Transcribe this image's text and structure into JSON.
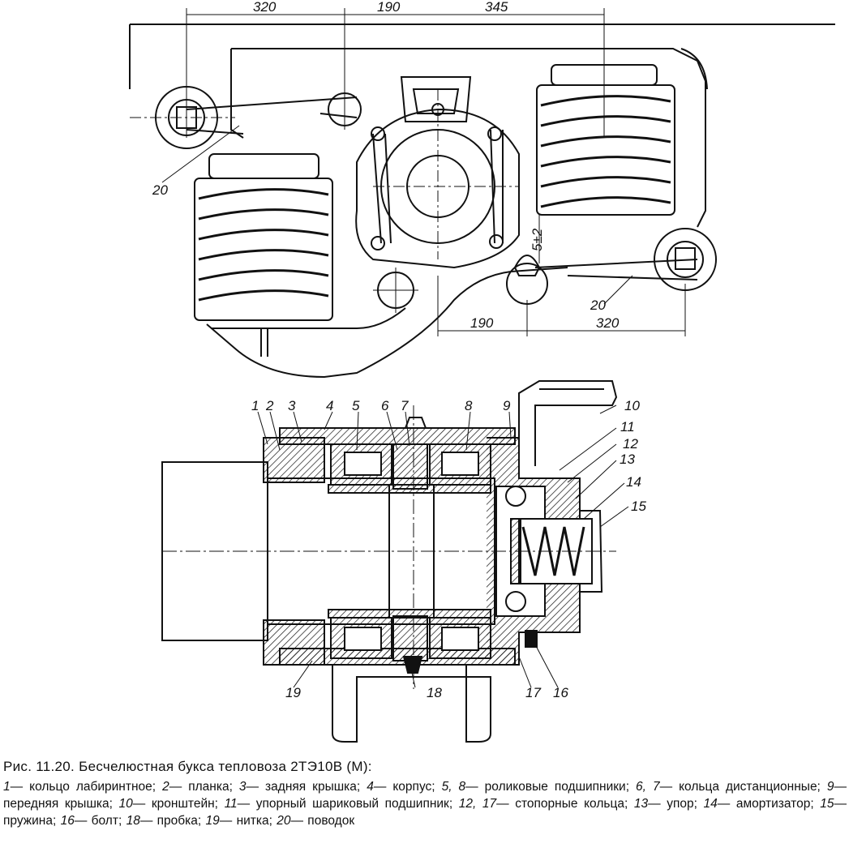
{
  "top_view": {
    "dimensions_top": [
      "320",
      "190",
      "345"
    ],
    "dimensions_bottom": [
      "190",
      "320"
    ],
    "gap_label": "5±2",
    "callouts": [
      "20",
      "20"
    ]
  },
  "section_view": {
    "callouts": [
      "1",
      "2",
      "3",
      "4",
      "5",
      "6",
      "7",
      "8",
      "9",
      "10",
      "11",
      "12",
      "13",
      "14",
      "15",
      "16",
      "17",
      "18",
      "19"
    ]
  },
  "caption": {
    "title": "Рис. 11.20. Бесчелюстная букса тепловоза 2ТЭ10В (М):",
    "legend": [
      {
        "num": "1",
        "text": "кольцо лабиринтное"
      },
      {
        "num": "2",
        "text": "планка"
      },
      {
        "num": "3",
        "text": "задняя крышка"
      },
      {
        "num": "4",
        "text": "корпус"
      },
      {
        "num": "5, 8",
        "text": "роликовые подшипники"
      },
      {
        "num": "6, 7",
        "text": "кольца дистанционные"
      },
      {
        "num": "9",
        "text": "передняя крышка"
      },
      {
        "num": "10",
        "text": "кронштейн"
      },
      {
        "num": "11",
        "text": "упорный шариковый подшипник"
      },
      {
        "num": "12, 17",
        "text": "стопорные кольца"
      },
      {
        "num": "13",
        "text": "упор"
      },
      {
        "num": "14",
        "text": "амортизатор"
      },
      {
        "num": "15",
        "text": "пружина"
      },
      {
        "num": "16",
        "text": "болт"
      },
      {
        "num": "18",
        "text": "пробка"
      },
      {
        "num": "19",
        "text": "нитка"
      },
      {
        "num": "20",
        "text": "поводок"
      }
    ]
  }
}
